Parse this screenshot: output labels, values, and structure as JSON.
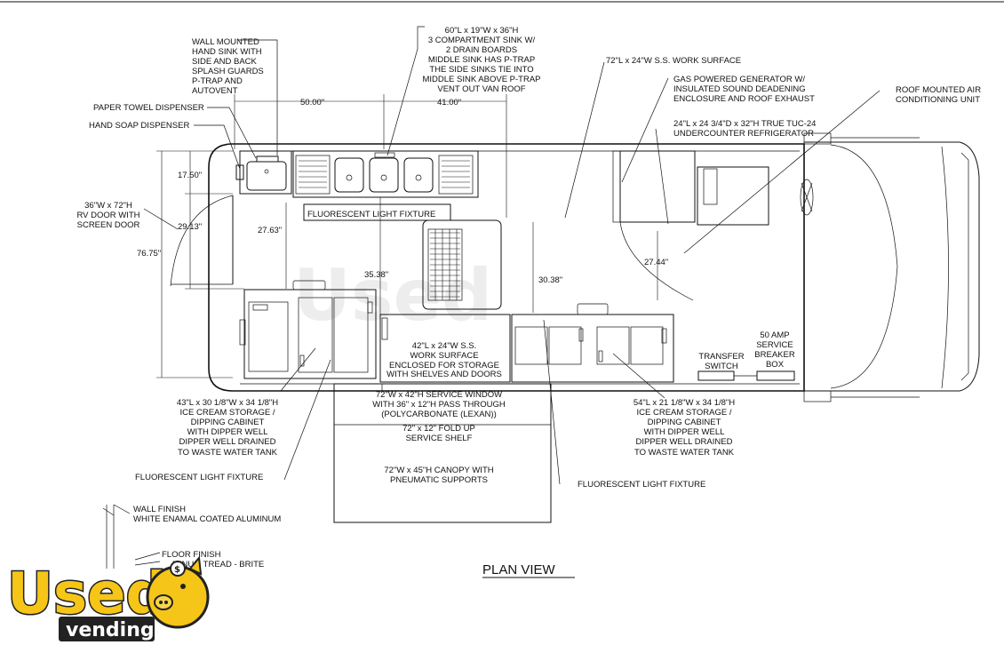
{
  "title": "PLAN VIEW",
  "dimensions": {
    "d50": "50.00\"",
    "d41": "41.00\"",
    "d17_50": "17.50\"",
    "d29_13": "29.13\"",
    "d76_75": "76.75\"",
    "d27_63": "27.63\"",
    "d35_38": "35.38\"",
    "d30_38": "30.38\"",
    "d27_44": "27.44\""
  },
  "labels": {
    "wall_sink": [
      "WALL MOUNTED",
      "HAND SINK WITH",
      "SIDE AND BACK",
      "SPLASH GUARDS",
      "P-TRAP AND",
      "AUTOVENT"
    ],
    "comp_sink": [
      "60\"L x 19\"W x 36\"H",
      "3 COMPARTMENT SINK W/",
      "2 DRAIN BOARDS",
      "MIDDLE SINK HAS P-TRAP",
      "THE SIDE SINKS TIE INTO",
      "MIDDLE SINK ABOVE P-TRAP",
      "VENT OUT VAN ROOF"
    ],
    "work_surface_72": "72\"L x 24\"W S.S. WORK SURFACE",
    "generator": [
      "GAS POWERED GENERATOR W/",
      "INSULATED SOUND DEADENING",
      "ENCLOSURE AND ROOF EXHAUST"
    ],
    "roof_ac": [
      "ROOF MOUNTED AIR",
      "CONDITIONING UNIT"
    ],
    "refrigerator": [
      "24\"L x 24 3/4\"D x 32\"H TRUE TUC-24",
      "UNDERCOUNTER REFRIGERATOR"
    ],
    "paper_towel": "PAPER TOWEL DISPENSER",
    "hand_soap": "HAND SOAP DISPENSER",
    "rv_door": [
      "36\"W x 72\"H",
      "RV DOOR WITH",
      "SCREEN DOOR"
    ],
    "fluor_top": "FLUORESCENT LIGHT FIXTURE",
    "work_surface_42": [
      "42\"L x 24\"W S.S.",
      "WORK SURFACE",
      "ENCLOSED FOR STORAGE",
      "WITH SHELVES AND DOORS"
    ],
    "service_window": [
      "72\"W x 42\"H SERVICE WINDOW",
      "WITH 36\" x 12\"H PASS THROUGH",
      "(POLYCARBONATE (LEXAN))"
    ],
    "fold_up_shelf": [
      "72\" x 12\" FOLD UP",
      "SERVICE SHELF"
    ],
    "canopy": [
      "72\"W x 45\"H CANOPY WITH",
      "PNEUMATIC SUPPORTS"
    ],
    "ice_cream_43": [
      "43\"L x 30 1/8\"W x 34 1/8\"H",
      "ICE CREAM STORAGE /",
      "DIPPING CABINET",
      "WITH DIPPER WELL",
      "DIPPER WELL DRAINED",
      "TO WASTE WATER TANK"
    ],
    "ice_cream_54": [
      "54\"L x 21 1/8\"W x 34 1/8\"H",
      "ICE CREAM STORAGE /",
      "DIPPING CABINET",
      "WITH DIPPER WELL",
      "DIPPER WELL DRAINED",
      "TO WASTE WATER TANK"
    ],
    "transfer_switch": [
      "TRANSFER",
      "SWITCH"
    ],
    "service_breaker": [
      "50 AMP",
      "SERVICE",
      "BREAKER",
      "BOX"
    ],
    "fluor_left": "FLUORESCENT LIGHT FIXTURE",
    "fluor_right": "FLUORESCENT LIGHT FIXTURE",
    "wall_finish": [
      "WALL FINISH",
      "WHITE ENAMAL COATED ALUMINUM"
    ],
    "floor_finish": [
      "FLOOR FINISH",
      "MINUM TREAD - BRITE"
    ]
  },
  "logo": {
    "line1": "Used",
    "line2": "vending",
    "color": "#f5c518",
    "outline": "#222222"
  }
}
